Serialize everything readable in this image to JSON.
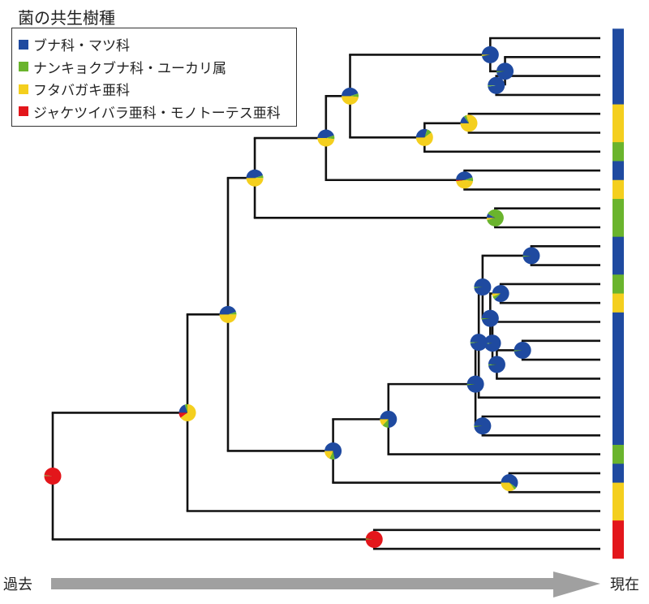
{
  "legend": {
    "title": "菌の共生樹種",
    "items": [
      {
        "key": "beech_pine",
        "label": "ブナ科・マツ科",
        "color": "#1f4aa0"
      },
      {
        "key": "nothofagus_eucalyptus",
        "label": "ナンキョクブナ科・ユーカリ属",
        "color": "#6ab42d"
      },
      {
        "key": "dipterocarp",
        "label": "フタバガキ亜科",
        "color": "#f4cf1e"
      },
      {
        "key": "rose_monotoideae",
        "label": "ジャケツイバラ亜科・モノトーテス亜科",
        "color": "#e3161b"
      }
    ]
  },
  "axis": {
    "past_label": "過去",
    "present_label": "現在",
    "arrow_color": "#a0a0a0"
  },
  "tips": [
    "beech_pine",
    "beech_pine",
    "beech_pine",
    "beech_pine",
    "dipterocarp",
    "dipterocarp",
    "nothofagus_eucalyptus",
    "beech_pine",
    "dipterocarp",
    "nothofagus_eucalyptus",
    "nothofagus_eucalyptus",
    "beech_pine",
    "beech_pine",
    "nothofagus_eucalyptus",
    "dipterocarp",
    "beech_pine",
    "beech_pine",
    "beech_pine",
    "beech_pine",
    "beech_pine",
    "beech_pine",
    "beech_pine",
    "nothofagus_eucalyptus",
    "beech_pine",
    "dipterocarp",
    "dipterocarp",
    "rose_monotoideae",
    "rose_monotoideae"
  ],
  "tree": {
    "id": "root",
    "depth": 0.0,
    "pie": {
      "rose_monotoideae": 0.98,
      "nothofagus_eucalyptus": 0.02
    },
    "children": [
      {
        "id": "A",
        "depth": 0.246,
        "pie": {
          "beech_pine": 0.2,
          "nothofagus_eucalyptus": 0.05,
          "dipterocarp": 0.65,
          "rose_monotoideae": 0.1
        },
        "children": [
          {
            "id": "B",
            "depth": 0.32,
            "pie": {
              "beech_pine": 0.45,
              "nothofagus_eucalyptus": 0.05,
              "dipterocarp": 0.5
            },
            "children": [
              {
                "id": "C",
                "depth": 0.369,
                "pie": {
                  "beech_pine": 0.45,
                  "nothofagus_eucalyptus": 0.05,
                  "dipterocarp": 0.5
                },
                "children": [
                  {
                    "id": "E",
                    "depth": 0.499,
                    "pie": {
                      "beech_pine": 0.45,
                      "nothofagus_eucalyptus": 0.07,
                      "dipterocarp": 0.48
                    },
                    "children": [
                      {
                        "id": "G",
                        "depth": 0.543,
                        "pie": {
                          "beech_pine": 0.45,
                          "nothofagus_eucalyptus": 0.07,
                          "dipterocarp": 0.48
                        },
                        "children": [
                          {
                            "id": "I",
                            "depth": 0.799,
                            "pie": {
                              "beech_pine": 0.97,
                              "dipterocarp": 0.02,
                              "nothofagus_eucalyptus": 0.01
                            },
                            "children": [
                              {
                                "tip": 0
                              },
                              {
                                "id": "L",
                                "depth": 0.826,
                                "pie": {
                                  "beech_pine": 0.98,
                                  "nothofagus_eucalyptus": 0.02
                                },
                                "children": [
                                  {
                                    "tip": 1
                                  },
                                  {
                                    "id": "M",
                                    "depth": 0.81,
                                    "pie": {
                                      "beech_pine": 0.98,
                                      "nothofagus_eucalyptus": 0.02
                                    },
                                    "children": [
                                      {
                                        "tip": 2
                                      },
                                      {
                                        "tip": 3
                                      }
                                    ]
                                  }
                                ]
                              }
                            ]
                          },
                          {
                            "id": "J",
                            "depth": 0.679,
                            "pie": {
                              "beech_pine": 0.3,
                              "nothofagus_eucalyptus": 0.1,
                              "dipterocarp": 0.6
                            },
                            "children": [
                              {
                                "id": "K",
                                "depth": 0.76,
                                "pie": {
                                  "beech_pine": 0.15,
                                  "nothofagus_eucalyptus": 0.05,
                                  "dipterocarp": 0.8
                                },
                                "children": [
                                  {
                                    "tip": 4
                                  },
                                  {
                                    "tip": 5
                                  }
                                ]
                              },
                              {
                                "tip": 6
                              }
                            ]
                          }
                        ]
                      },
                      {
                        "id": "H",
                        "depth": 0.752,
                        "pie": {
                          "beech_pine": 0.45,
                          "nothofagus_eucalyptus": 0.07,
                          "dipterocarp": 0.46,
                          "rose_monotoideae": 0.02
                        },
                        "children": [
                          {
                            "tip": 7
                          },
                          {
                            "tip": 8
                          }
                        ]
                      }
                    ]
                  },
                  {
                    "id": "F",
                    "depth": 0.808,
                    "pie": {
                      "nothofagus_eucalyptus": 0.88,
                      "beech_pine": 0.08,
                      "dipterocarp": 0.04
                    },
                    "children": [
                      {
                        "tip": 9
                      },
                      {
                        "tip": 10
                      }
                    ]
                  }
                ]
              },
              {
                "id": "D",
                "depth": 0.512,
                "pie": {
                  "beech_pine": 0.72,
                  "nothofagus_eucalyptus": 0.1,
                  "dipterocarp": 0.18
                },
                "children": [
                  {
                    "id": "N",
                    "depth": 0.613,
                    "pie": {
                      "beech_pine": 0.75,
                      "nothofagus_eucalyptus": 0.12,
                      "dipterocarp": 0.13
                    },
                    "children": [
                      {
                        "id": "P",
                        "depth": 0.772,
                        "pie": {
                          "beech_pine": 0.98,
                          "nothofagus_eucalyptus": 0.02
                        },
                        "children": [
                          {
                            "id": "Q",
                            "depth": 0.778,
                            "pie": {
                              "beech_pine": 0.98,
                              "nothofagus_eucalyptus": 0.02
                            },
                            "children": [
                              {
                                "id": "T",
                                "depth": 0.785,
                                "pie": {
                                  "beech_pine": 0.98,
                                  "nothofagus_eucalyptus": 0.02
                                },
                                "children": [
                                  {
                                    "id": "U",
                                    "depth": 0.874,
                                    "pie": {
                                      "beech_pine": 0.98,
                                      "nothofagus_eucalyptus": 0.02
                                    },
                                    "children": [
                                      {
                                        "tip": 11
                                      },
                                      {
                                        "tip": 12
                                      }
                                    ]
                                  },
                                  {
                                    "id": "V",
                                    "depth": 0.799,
                                    "pie": {
                                      "beech_pine": 0.98,
                                      "nothofagus_eucalyptus": 0.02
                                    },
                                    "children": [
                                      {
                                        "id": "W",
                                        "depth": 0.818,
                                        "pie": {
                                          "beech_pine": 0.88,
                                          "nothofagus_eucalyptus": 0.06,
                                          "dipterocarp": 0.06
                                        },
                                        "children": [
                                          {
                                            "tip": 13
                                          },
                                          {
                                            "tip": 14
                                          }
                                        ]
                                      },
                                      {
                                        "id": "X",
                                        "depth": 0.803,
                                        "pie": {
                                          "beech_pine": 0.98,
                                          "nothofagus_eucalyptus": 0.02
                                        },
                                        "children": [
                                          {
                                            "tip": 15
                                          },
                                          {
                                            "id": "Y",
                                            "depth": 0.811,
                                            "pie": {
                                              "beech_pine": 0.98,
                                              "nothofagus_eucalyptus": 0.02
                                            },
                                            "children": [
                                              {
                                                "id": "Z",
                                                "depth": 0.858,
                                                "pie": {
                                                  "beech_pine": 0.98,
                                                  "nothofagus_eucalyptus": 0.02
                                                },
                                                "children": [
                                                  {
                                                    "tip": 16
                                                  },
                                                  {
                                                    "tip": 17
                                                  }
                                                ]
                                              },
                                              {
                                                "tip": 18
                                              }
                                            ]
                                          }
                                        ]
                                      }
                                    ]
                                  }
                                ]
                              },
                              {
                                "tip": 19
                              }
                            ]
                          },
                          {
                            "id": "S",
                            "depth": 0.785,
                            "pie": {
                              "beech_pine": 0.98,
                              "nothofagus_eucalyptus": 0.02
                            },
                            "children": [
                              {
                                "tip": 20
                              },
                              {
                                "tip": 21
                              }
                            ]
                          }
                        ]
                      },
                      {
                        "tip": 22
                      }
                    ]
                  },
                  {
                    "id": "O",
                    "depth": 0.834,
                    "pie": {
                      "beech_pine": 0.6,
                      "nothofagus_eucalyptus": 0.05,
                      "dipterocarp": 0.35
                    },
                    "children": [
                      {
                        "tip": 23
                      },
                      {
                        "tip": 24
                      }
                    ]
                  }
                ]
              }
            ]
          },
          {
            "tip": 25
          }
        ]
      },
      {
        "id": "R",
        "depth": 0.587,
        "pie": {
          "rose_monotoideae": 0.98,
          "nothofagus_eucalyptus": 0.02
        },
        "children": [
          {
            "tip": 26
          },
          {
            "tip": 27
          }
        ]
      }
    ]
  }
}
